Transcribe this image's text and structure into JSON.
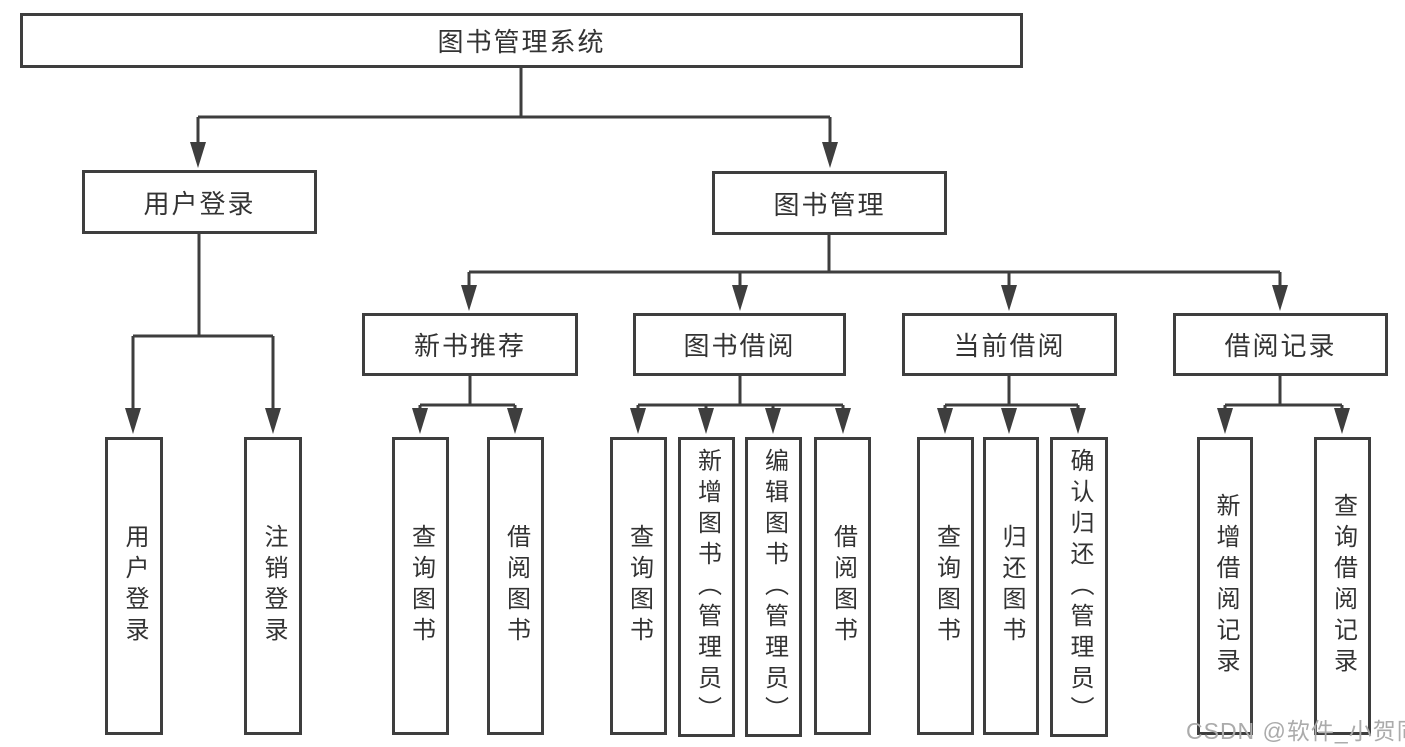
{
  "diagram": {
    "root": {
      "label": "图书管理系统"
    },
    "branches": [
      {
        "label": "用户登录",
        "children": [
          {
            "label": "用户登录"
          },
          {
            "label": "注销登录"
          }
        ]
      },
      {
        "label": "图书管理",
        "children": [
          {
            "label": "新书推荐",
            "children": [
              {
                "label": "查询图书"
              },
              {
                "label": "借阅图书"
              }
            ]
          },
          {
            "label": "图书借阅",
            "children": [
              {
                "label": "查询图书"
              },
              {
                "label": "新增图书（管理员）"
              },
              {
                "label": "编辑图书（管理员）"
              },
              {
                "label": "借阅图书"
              }
            ]
          },
          {
            "label": "当前借阅",
            "children": [
              {
                "label": "查询图书"
              },
              {
                "label": "归还图书"
              },
              {
                "label": "确认归还（管理员）"
              }
            ]
          },
          {
            "label": "借阅记录",
            "children": [
              {
                "label": "新增借阅记录"
              },
              {
                "label": "查询借阅记录"
              }
            ]
          }
        ]
      }
    ]
  },
  "watermark": {
    "text": "CSDN @软件_小贺同学"
  },
  "colors": {
    "line": "#3e3e3e",
    "text": "#333333",
    "watermark": "#ababab",
    "background": "#ffffff"
  }
}
